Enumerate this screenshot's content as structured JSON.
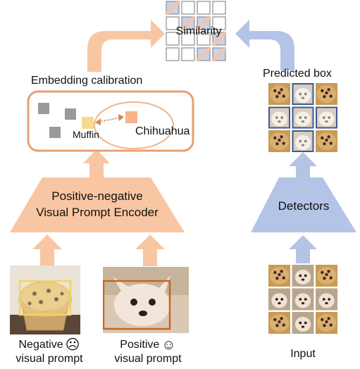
{
  "labels": {
    "similarity": "Similarity",
    "embedding_calibration": "Embedding calibration",
    "predicted_box": "Predicted box",
    "muffin": "Muffin",
    "chihuahua": "Chihuahua",
    "encoder_line1": "Positive-negative",
    "encoder_line2": "Visual Prompt Encoder",
    "detectors": "Detectors",
    "input": "Input",
    "negative_line1": "Negative",
    "negative_line2": "visual prompt",
    "positive_line1": "Positive",
    "positive_line2": "visual prompt",
    "sad_face": "☹",
    "happy_face": "☺"
  },
  "colors": {
    "peach": "#f8c6a3",
    "peach_border": "#e8a06e",
    "blue": "#b3c4e6",
    "grid_blue": "#3d5a95",
    "grey_square": "#9a9a9a",
    "muffin_box": "#f7d98b",
    "chihuahua_box": "#f5b48a",
    "positive_box": "#c8651e",
    "negative_box": "#f2d46a"
  },
  "similarity_grid": {
    "rows": 4,
    "cols": 4,
    "highlighted": [
      [
        0,
        0
      ],
      [
        1,
        1
      ],
      [
        1,
        2
      ],
      [
        2,
        3
      ],
      [
        3,
        2
      ],
      [
        3,
        3
      ]
    ]
  },
  "predicted_grid": {
    "cells": [
      "muffin",
      "chihuahua",
      "muffin",
      "chihuahua",
      "chihuahua",
      "chihuahua",
      "muffin",
      "chihuahua",
      "muffin"
    ],
    "highlighted": [
      1,
      3,
      4,
      5,
      7
    ]
  },
  "input_grid": {
    "cells": [
      "muffin",
      "chihuahua",
      "muffin",
      "chihuahua",
      "chihuahua",
      "chihuahua",
      "muffin",
      "chihuahua",
      "muffin"
    ]
  }
}
